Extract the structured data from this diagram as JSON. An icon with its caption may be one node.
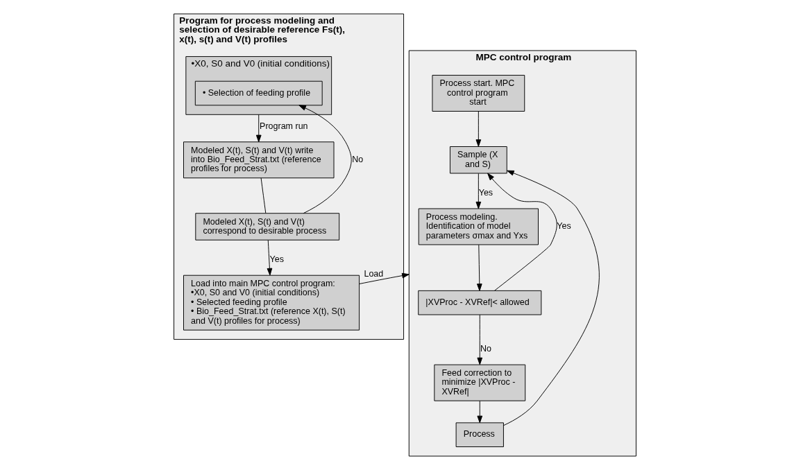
{
  "diagram": {
    "nodes": [
      {
        "text": [
          "Program for process modeling and selection of desirable reference Fs(t), x(t), s(t) and V(t) profiles"
        ]
      },
      {
        "text": [
          "•X0, S0 and V0 (initial conditions)"
        ],
        "in": 0
      },
      {
        "text": [
          "• Selection of feeding profile"
        ],
        "in": 1
      },
      {
        "text": [
          "Modeled X(t), S(t) and V(t) write into Bio_Feed_Strat.txt (reference profiles for process)"
        ],
        "in": 0
      },
      {
        "text": [
          "Modeled X(t), S(t) and V(t) correspond to desirable process"
        ],
        "in": 0
      },
      {
        "text": [
          "Load into main MPC control program:",
          "•X0, S0 and V0 (initial conditions)",
          "• Selected feeding profile",
          "• Bio_Feed_Strat.txt (reference X(t), S(t) and V(t) profiles for process)"
        ],
        "in": 0
      },
      {
        "text": [
          "MPC control program"
        ]
      },
      {
        "text": [
          "Process start. MPC control program start"
        ],
        "in": 6
      },
      {
        "text": [
          "Sample (X and S)"
        ],
        "in": 6
      },
      {
        "text": [
          "Process modeling. Identification of model parameters σmax and Yxs"
        ],
        "in": 6
      },
      {
        "text": [
          "|XVProc - XVRef|< allowed"
        ],
        "in": 6
      },
      {
        "text": [
          "Feed correction to minimize |XVProc - XVRef|"
        ],
        "in": 6
      },
      {
        "text": [
          "Process"
        ],
        "in": 6
      }
    ],
    "edges": [
      {
        "from": 1,
        "to": 3,
        "arrow": "to",
        "label": "Program run"
      },
      {
        "from": 3,
        "to": 4,
        "arrow": "none"
      },
      {
        "from": 4,
        "to": 2,
        "arrow": "to",
        "label": "No"
      },
      {
        "from": 4,
        "to": 5,
        "arrow": "to",
        "label": "Yes"
      },
      {
        "from": 5,
        "to": 6,
        "arrow": "to",
        "label": "Load"
      },
      {
        "from": 7,
        "to": 8,
        "arrow": "to"
      },
      {
        "from": 8,
        "to": 9,
        "arrow": "to",
        "label": "Yes"
      },
      {
        "from": 9,
        "to": 10,
        "arrow": "to"
      },
      {
        "from": 10,
        "to": 8,
        "arrow": "to",
        "label": "Yes"
      },
      {
        "from": 10,
        "to": 11,
        "arrow": "to",
        "label": "No"
      },
      {
        "from": 11,
        "to": 12,
        "arrow": "to"
      },
      {
        "from": 12,
        "to": 8,
        "arrow": "to"
      }
    ]
  }
}
